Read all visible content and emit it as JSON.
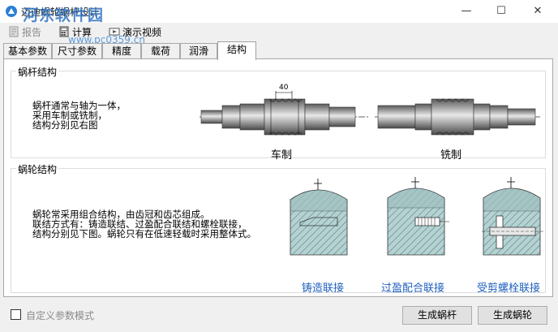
{
  "window": {
    "title": "迈迪蜗轮蜗杆设计",
    "watermark": "河东软件园",
    "watermark_url": "www.pc0359.cn"
  },
  "toolbar": {
    "report_label": "报告",
    "calc_label": "计算",
    "demo_label": "演示视频"
  },
  "tabs": [
    {
      "label": "基本参数"
    },
    {
      "label": "尺寸参数"
    },
    {
      "label": "精度"
    },
    {
      "label": "载荷"
    },
    {
      "label": "润滑"
    },
    {
      "label": "结构"
    }
  ],
  "worm_section": {
    "title": "蜗杆结构",
    "description": "蜗杆通常与轴为一体，\n采用车制或铣制，\n结构分别见右图",
    "dimension_label": "40",
    "caption_turned": "车制",
    "caption_milled": "铣制"
  },
  "wheel_section": {
    "title": "蜗轮结构",
    "description": "蜗轮常采用组合结构，由齿冠和齿芯组成。\n联结方式有：铸造联结、过盈配合联结和螺栓联接，\n结构分别见下图。蜗轮只有在低速轻载时采用整体式。",
    "caption_cast": "铸造联接",
    "caption_interference": "过盈配合联接",
    "caption_bolt": "受剪螺栓联接"
  },
  "footer": {
    "custom_param_label": "自定义参数模式",
    "custom_param_checked": false,
    "gen_worm_label": "生成蜗杆",
    "gen_wheel_label": "生成蜗轮"
  },
  "colors": {
    "caption_blue": "#1e5fbf",
    "watermark_blue": "#2a6fc0",
    "hatch_fill": "#b4d2d2"
  }
}
